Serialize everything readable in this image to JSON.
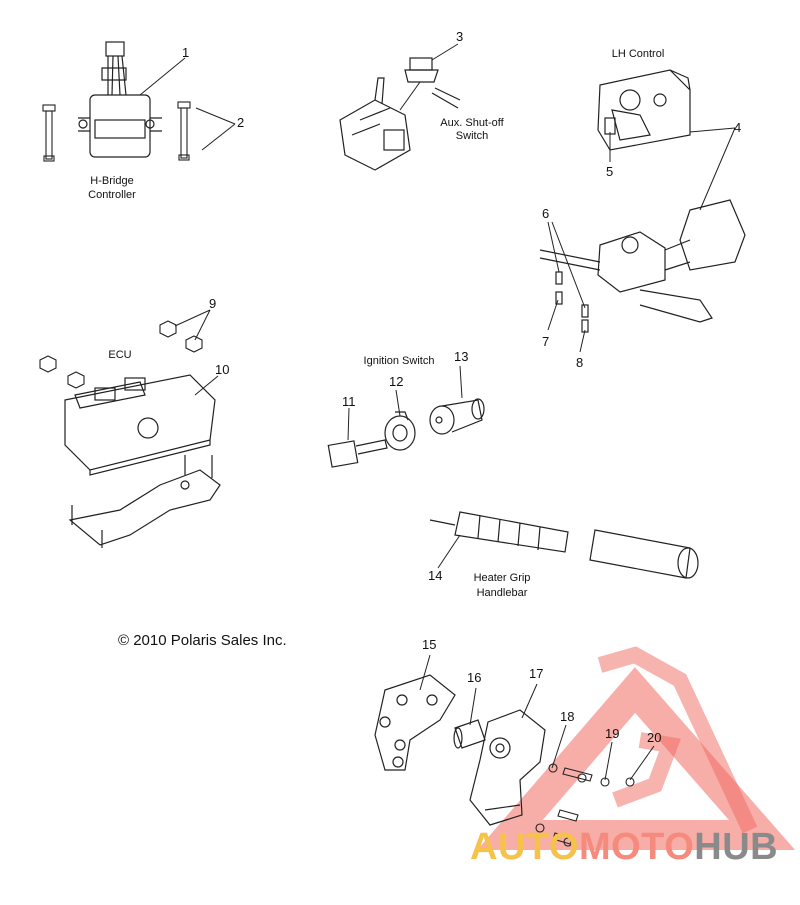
{
  "callouts": [
    "1",
    "2",
    "3",
    "4",
    "5",
    "6",
    "7",
    "8",
    "9",
    "10",
    "11",
    "12",
    "13",
    "14",
    "15",
    "16",
    "17",
    "18",
    "19",
    "20"
  ],
  "captions": {
    "hbridge_line1": "H-Bridge",
    "hbridge_line2": "Controller",
    "aux_line1": "Aux. Shut-off",
    "aux_line2": "Switch",
    "lh_control": "LH Control",
    "ecu": "ECU",
    "ignition": "Ignition Switch",
    "heater_line1": "Heater Grip",
    "heater_line2": "Handlebar"
  },
  "copyright": "© 2010 Polaris Sales Inc.",
  "watermark": {
    "part1": "AUTO",
    "part2": "MOTO",
    "part3": "HUB",
    "colors": {
      "part1": "#f6c24a",
      "part2": "#f58a7d",
      "part3": "#8a8a8a",
      "triangle": "#f06a60"
    }
  }
}
